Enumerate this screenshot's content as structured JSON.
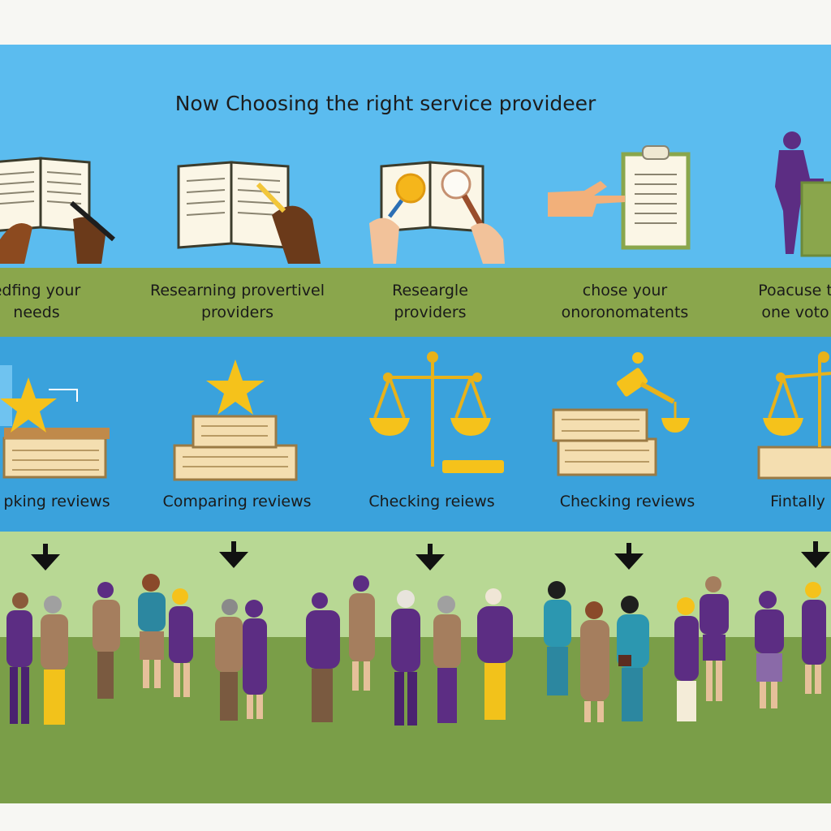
{
  "title": "Now Choosing the right service provideer",
  "steps": [
    {
      "line1": "edfing your",
      "line2": "needs"
    },
    {
      "line1": "Researning provertivel",
      "line2": "providers"
    },
    {
      "line1": "Researgle",
      "line2": "providers"
    },
    {
      "line1": "chose your",
      "line2": "onoronomatents"
    },
    {
      "line1": "Poacuse t",
      "line2": "one voto"
    }
  ],
  "reviews": [
    "pking reviews",
    "Comparing reviews",
    "Checking reiews",
    "Checking reviews",
    "Fintally"
  ],
  "icons": {
    "row1": [
      "open-book-pen-icon",
      "open-book-pen-icon",
      "book-magnifier-icon",
      "pointing-clipboard-icon",
      "person-podium-icon"
    ],
    "row2": [
      "star-books-icon",
      "star-books-icon",
      "balance-scale-icon",
      "gavel-books-icon",
      "scale-books-icon"
    ]
  },
  "colors": {
    "sky": "#5bbcef",
    "label_band": "#8aa64c",
    "mid_band": "#3aa2dc",
    "ground_light": "#b8d894",
    "ground": "#7a9e48",
    "purple": "#5c2d83",
    "gold": "#f5c21b"
  }
}
